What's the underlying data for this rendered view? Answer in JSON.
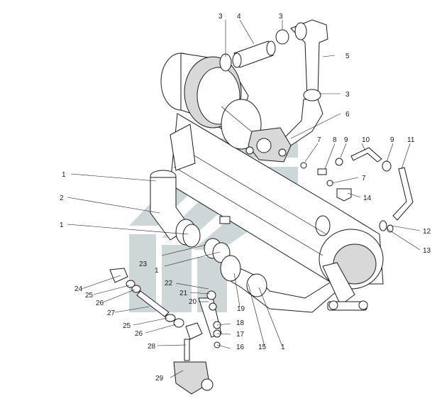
{
  "callouts": [
    "1",
    "2",
    "3",
    "4",
    "5",
    "6",
    "7",
    "8",
    "9",
    "10",
    "11",
    "12",
    "13",
    "14",
    "15",
    "16",
    "17",
    "18",
    "19",
    "20",
    "21",
    "22",
    "23",
    "24",
    "25",
    "26",
    "27",
    "28",
    "29"
  ],
  "watermark": "logo-watermark"
}
